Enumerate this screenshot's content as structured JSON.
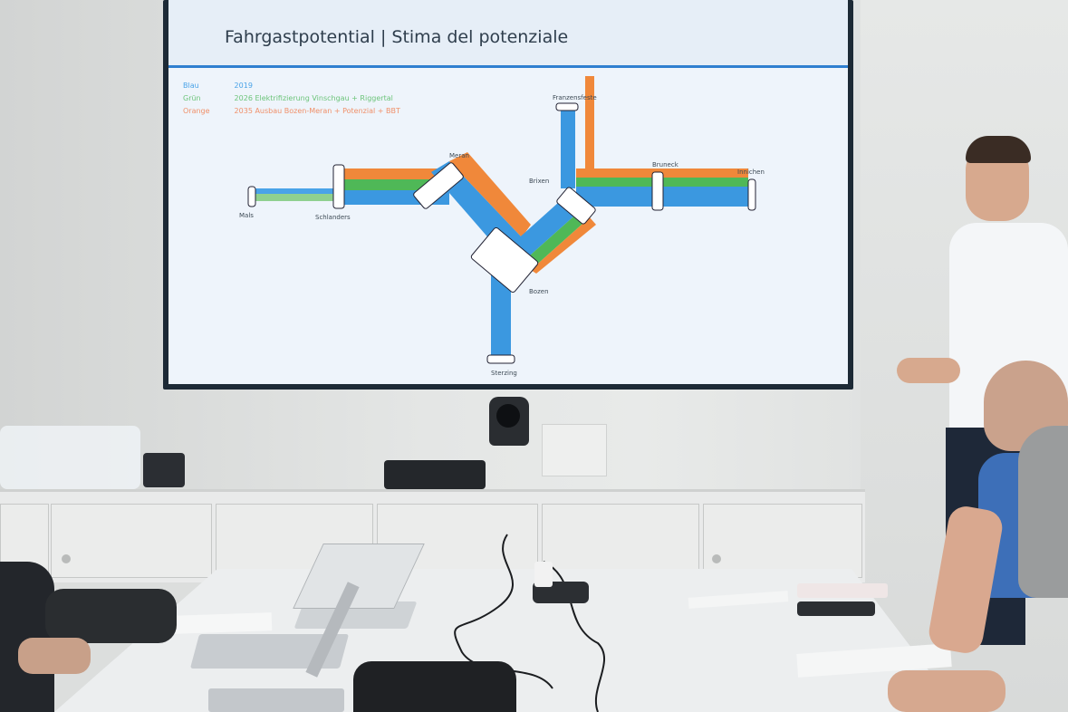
{
  "slide": {
    "title": "Fahrgastpotential | Stima del potenziale",
    "legend": [
      {
        "label": "Blau",
        "value": "2019",
        "color": "#4aa3e8"
      },
      {
        "label": "Grün",
        "value": "2026 Elektrifizierung Vinschgau + Riggertal",
        "color": "#5fbf6a"
      },
      {
        "label": "Orange",
        "value": "2035 Ausbau Bozen-Meran + Potenzial + BBT",
        "color": "#f09a6a"
      }
    ],
    "stations": [
      "Mals",
      "Schlanders",
      "Meran",
      "Brixen",
      "Franzensfeste",
      "Bruneck",
      "Innichen",
      "Bozen",
      "Sterzing"
    ]
  },
  "colors": {
    "blue_line": "#3b98e0",
    "green_line": "#4fb857",
    "orange_line": "#f0883a",
    "accent_bar": "#2f7fd0"
  }
}
